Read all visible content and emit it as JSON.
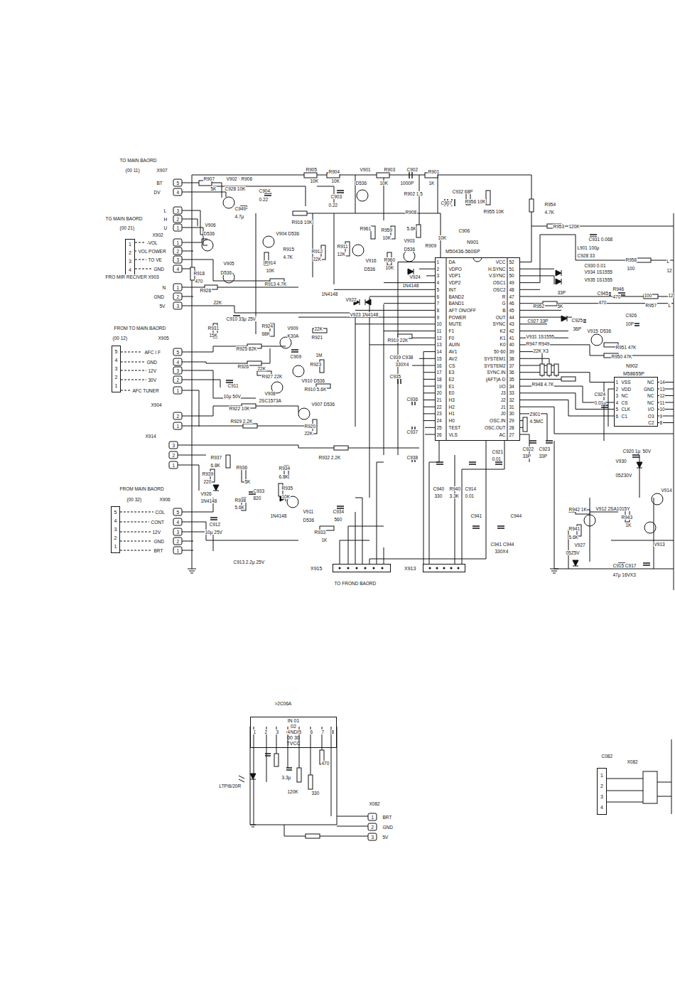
{
  "diagram": {
    "nodes": [
      {
        "text": [
          "1 2 3 4"
        ]
      },
      {
        "text": [
          "5 4 3 2 1"
        ]
      },
      {
        "text": [
          "5 4 3 2 1"
        ]
      },
      {
        "text": [
          "N901",
          "M50436-560SP"
        ]
      },
      {
        "text": [
          "N902",
          "M58655P"
        ]
      },
      {
        "text": [
          "X915"
        ]
      },
      {
        "text": [
          "X913"
        ]
      },
      {
        "text": [
          "IN 01 02 GNDF 00 30 TVCC"
        ]
      },
      {
        "text": [
          "1 2 3 4"
        ]
      }
    ],
    "edges": [
      {
        "from": 3,
        "to": 6,
        "arrow": "none"
      },
      {
        "from": 3,
        "to": 5,
        "arrow": "none"
      }
    ],
    "labels": [
      "TO MAIN BAORD",
      "(00 11)",
      "X907",
      "BT",
      "DV",
      "L",
      "H",
      "U",
      "TG MAIN BAORD",
      "(00 21)",
      "X902",
      "-VOL",
      "VOL POWER",
      "TO VE",
      "GND",
      "FRO MIR RECIVER X903",
      "N",
      "GND",
      "5V",
      "FROM TO MAIN BAORD",
      "(00 12)",
      "X905",
      "AFC I F",
      "GND",
      "12V",
      "30V",
      "AFC TUNER",
      "X904",
      "X914",
      "FROM MAIN BAORD",
      "(00 32)",
      "X906",
      "COL",
      "CONT",
      "12V",
      "GND",
      "BRT",
      "5",
      "4",
      "3",
      "2",
      "1",
      "1",
      "2",
      "3",
      "4",
      "1",
      "2",
      "3",
      "5",
      "4",
      "3",
      "2",
      "1",
      "2",
      "1",
      "3",
      "2",
      "1",
      "5",
      "4",
      "3",
      "2",
      "1",
      "R907",
      "5K",
      "V902 · R906",
      "C928 10K",
      "C949",
      "4.7μ",
      "C904",
      "0.22",
      "R905",
      "R904",
      "V901",
      "R903",
      "C902",
      "R901",
      "10K",
      "10K",
      "D536",
      "10K",
      "1000P",
      "1K",
      "C903",
      "0.22",
      "R902 1.5",
      "R908",
      "R916 10K",
      "V906",
      "D536",
      "V904 D536",
      "R915",
      "4.7K",
      "V905",
      "D536",
      "R914",
      "10K",
      "R918",
      "470",
      "R913 4.7K",
      "R912",
      "22K",
      "R911",
      "12K",
      "R961",
      "R959",
      "10K",
      "5.6K",
      "V903",
      "D536",
      "R909",
      "C907",
      "C932 68P",
      "R956 10K",
      "R955 10K",
      "10K",
      "C906",
      "V916",
      "D536",
      "R960",
      "10K",
      "V924",
      "1N4148",
      "1N4148",
      "V922",
      "V923 1N4148",
      "R928",
      "22K",
      "C910 33μ 25V",
      "R931",
      "15K",
      "R924",
      "68K",
      "V909",
      "K30A",
      "22K",
      "R921",
      "R925 82K",
      "R926",
      "C909",
      "1M",
      "22K",
      "R927 22K",
      "R923",
      "C911",
      "10μ 50V",
      "V910 D536",
      "R910 5.6K",
      "V908",
      "2SC1573A",
      "R922 10K",
      "R929 2.2K",
      "V907 D536",
      "R920",
      "22K",
      "R937",
      "6.8K",
      "R939",
      "220",
      "R936",
      "5K",
      "R934",
      "6.8K",
      "R935",
      "10K",
      "R938",
      "5.6K",
      "C933",
      "820",
      "R932 2.2K",
      "V926",
      "1N4148",
      "C912",
      "10μ 25V",
      "1N4148",
      "V911",
      "D536",
      "C934",
      "560",
      "R933",
      "1K",
      "C913 2.2μ 25V",
      "TO FROND BAORD",
      "R919 22K",
      "C939 C938",
      "330X4",
      "C935",
      "C936",
      "C937",
      "C938",
      "C940",
      "330",
      "R940",
      "3.3K",
      "C914",
      "0.01",
      "C921",
      "0.01",
      "Z901",
      "4.5MC",
      "C922",
      "33P",
      "C923",
      "33P",
      "C941",
      "C944",
      "C941 C944",
      "330X4",
      "R954",
      "4.7K",
      "R953",
      "120K",
      "C931 0.068",
      "L901 100μ",
      "C928 33",
      "C930 0.01",
      "V934 1S1555",
      "V935 1S1555",
      "R958",
      "100",
      "L",
      "12",
      "33P",
      "R952",
      "5K",
      "C945",
      "470",
      "R946",
      "470",
      "100",
      "12",
      "R957",
      "L",
      "C925",
      "36P",
      "V915",
      "D536",
      "C926",
      "10P",
      "R951 47K",
      "R950 47K",
      "C927 33P",
      "V931 1S1555",
      "R947 R949",
      "22K X3",
      "R948 4.7K",
      "C924",
      "0.01μ",
      "C920 1μ",
      "50V",
      "V930",
      "05Z30V",
      "V914",
      "V912 2SA1015Y",
      "R942 1K",
      "R943",
      "1K",
      "R941",
      "5.6K",
      "V927",
      "05Z5V",
      "V913",
      "C915 C917",
      "47μ 16VX3",
      ">2C06A",
      "LTPI6/20R",
      "3.3μ",
      "120K",
      "330",
      "470",
      "X082",
      "BRT",
      "GND",
      "5V",
      "1",
      "2",
      "3",
      "C082",
      "X082",
      "1",
      "2",
      "3",
      "4",
      "5",
      "6",
      "7",
      "8",
      "1",
      "2",
      "3",
      "4",
      "5",
      "6",
      "7",
      "8",
      "9",
      "10",
      "11",
      "12",
      "13",
      "14",
      "15",
      "16",
      "17",
      "18",
      "19",
      "20",
      "21",
      "22",
      "23",
      "24",
      "25",
      "26",
      "DA",
      "VDPO",
      "VDP1",
      "VDP2",
      "INT",
      "BAND2",
      "BAND1",
      "AFT ON/OFF",
      "POWER",
      "MUTE",
      "F1",
      "F0",
      "AUIN",
      "AV1",
      "AV2",
      "CS",
      "E3",
      "E2",
      "E1",
      "E0",
      "H3",
      "H2",
      "H1",
      "H0",
      "TEST",
      "VLS",
      "52",
      "51",
      "50",
      "49",
      "48",
      "47",
      "46",
      "45",
      "44",
      "43",
      "42",
      "41",
      "40",
      "39",
      "38",
      "37",
      "36",
      "35",
      "34",
      "33",
      "32",
      "31",
      "30",
      "29",
      "28",
      "27",
      "VCC",
      "H.SYNC",
      "V.SYNC",
      "OSC1",
      "OSC2",
      "R",
      "G",
      "B",
      "OUT",
      "SYNC",
      "K2",
      "K1",
      "K0",
      "50·60",
      "SYSTEM1",
      "SYSTEM2",
      "SYNC.IN",
      "(AFT)A·D",
      "I/O",
      "J3",
      "J2",
      "J1",
      "J0",
      "OSC.IN",
      "OSC.OUT",
      "AC",
      "1",
      "2",
      "3",
      "4",
      "5",
      "6",
      "VSS",
      "VDD",
      "NC",
      "CS",
      "CLK",
      "C1",
      "14",
      "13",
      "12",
      "11",
      "10",
      "9",
      "8",
      "NC",
      "GND",
      "NC",
      "NC",
      "I/O",
      "O3",
      "C2"
    ]
  }
}
